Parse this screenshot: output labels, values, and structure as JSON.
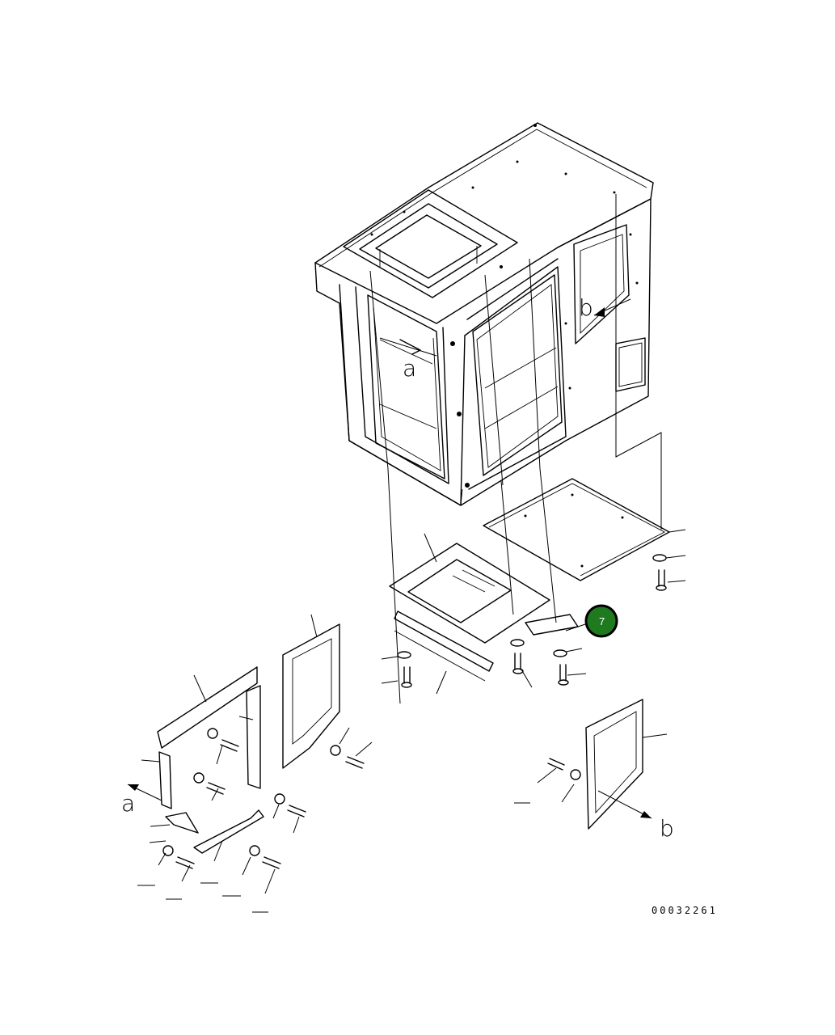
{
  "view_labels": {
    "a_top": "a",
    "b_top": "b",
    "a_bottom": "a",
    "b_bottom": "b"
  },
  "callout": {
    "number": "7",
    "fill_color": "#1f7a1f",
    "ring_color": "#000000"
  },
  "drawing_code": "00032261"
}
